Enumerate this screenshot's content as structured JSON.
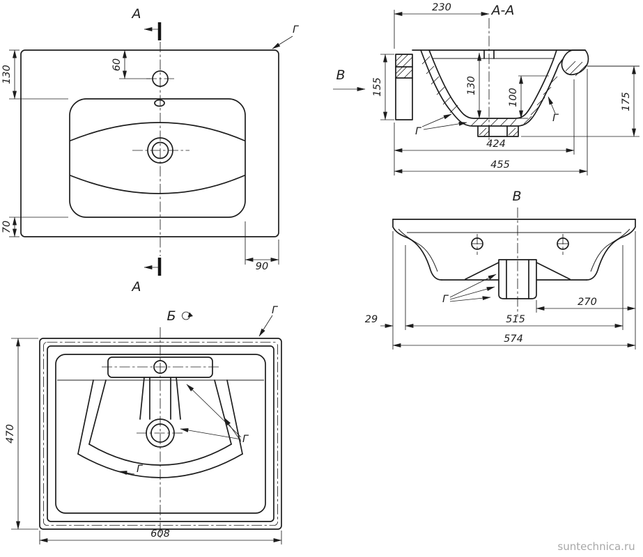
{
  "watermark": "suntechnica.ru",
  "colors": {
    "line": "#1d1d1d",
    "background": "#ffffff",
    "watermark": "#a8a8a8"
  },
  "plan_view": {
    "section_label_top": "А",
    "section_label_bottom": "А",
    "surface_note": "Г",
    "dims": {
      "rim_to_basin": "130",
      "tap_hole_offset": "60",
      "basin_to_front": "70",
      "basin_to_side": "90"
    }
  },
  "section_view": {
    "title": "А-А",
    "view_direction_label": "В",
    "note_left": "Г",
    "note_right": "Г",
    "dims": {
      "tap_center": "230",
      "apron_height": "155",
      "bowl_depth": "130",
      "drain_depth": "100",
      "right_height": "175",
      "inner_length": "424",
      "overall_length": "455"
    }
  },
  "side_view": {
    "title": "В",
    "note": "Г",
    "dims": {
      "drain_to_edge": "270",
      "edge_offset": "29",
      "inner_width": "515",
      "overall_width": "574"
    }
  },
  "bottom_view": {
    "title": "Б",
    "note_rim": "Г",
    "note_walls": "Г",
    "note_floor": "Г",
    "dims": {
      "depth": "470",
      "width": "608"
    }
  }
}
